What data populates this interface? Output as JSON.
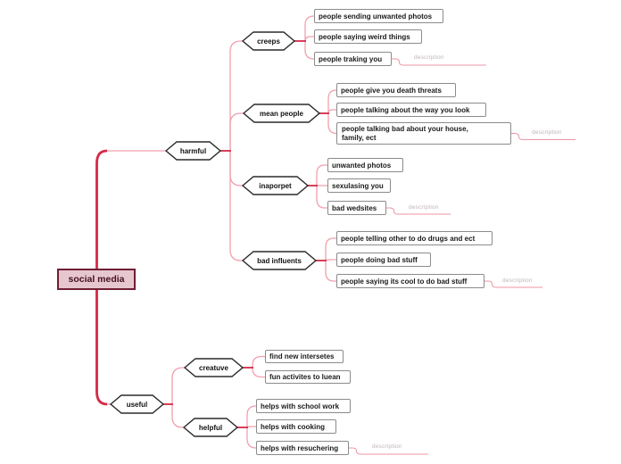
{
  "root": {
    "label": "social media"
  },
  "branches": [
    {
      "label": "harmful",
      "children": [
        {
          "label": "creeps",
          "children": [
            {
              "label": "people sending unwanted photos"
            },
            {
              "label": "people saying weird things"
            },
            {
              "label": "people traking you",
              "description": "description"
            }
          ]
        },
        {
          "label": "mean people",
          "children": [
            {
              "label": "people give you death threats"
            },
            {
              "label": "people talking about the way you look"
            },
            {
              "label": "people talking bad about your house,\nfamily, ect",
              "description": "description"
            }
          ]
        },
        {
          "label": "inaporpet",
          "children": [
            {
              "label": "unwanted photos"
            },
            {
              "label": "sexulasing you"
            },
            {
              "label": "bad wedsites",
              "description": "description"
            }
          ]
        },
        {
          "label": "bad influents",
          "children": [
            {
              "label": "people telling other to do drugs and ect"
            },
            {
              "label": "people doing bad stuff"
            },
            {
              "label": "people saying its cool to do bad stuff",
              "description": "description"
            }
          ]
        }
      ]
    },
    {
      "label": "useful",
      "children": [
        {
          "label": "creatuve",
          "children": [
            {
              "label": "find new intersetes"
            },
            {
              "label": "fun activites to luean"
            }
          ]
        },
        {
          "label": "helpful",
          "children": [
            {
              "label": "helps with school work"
            },
            {
              "label": "helps with cooking"
            },
            {
              "label": "helps with resuchering",
              "description": "description"
            }
          ]
        }
      ]
    }
  ],
  "colors": {
    "trunk_red": "#d42a47",
    "branch_pink": "#f0a0ae",
    "root_fill": "#e7c7cf",
    "root_border": "#701f35",
    "root_text": "#43101f",
    "hexagon_border": "#2b2b2b",
    "hexagon_fill": "#ffffff",
    "leaf_border": "#8b8b8b",
    "description_text": "#bfb4b6",
    "description_line": "#ee96a5"
  }
}
